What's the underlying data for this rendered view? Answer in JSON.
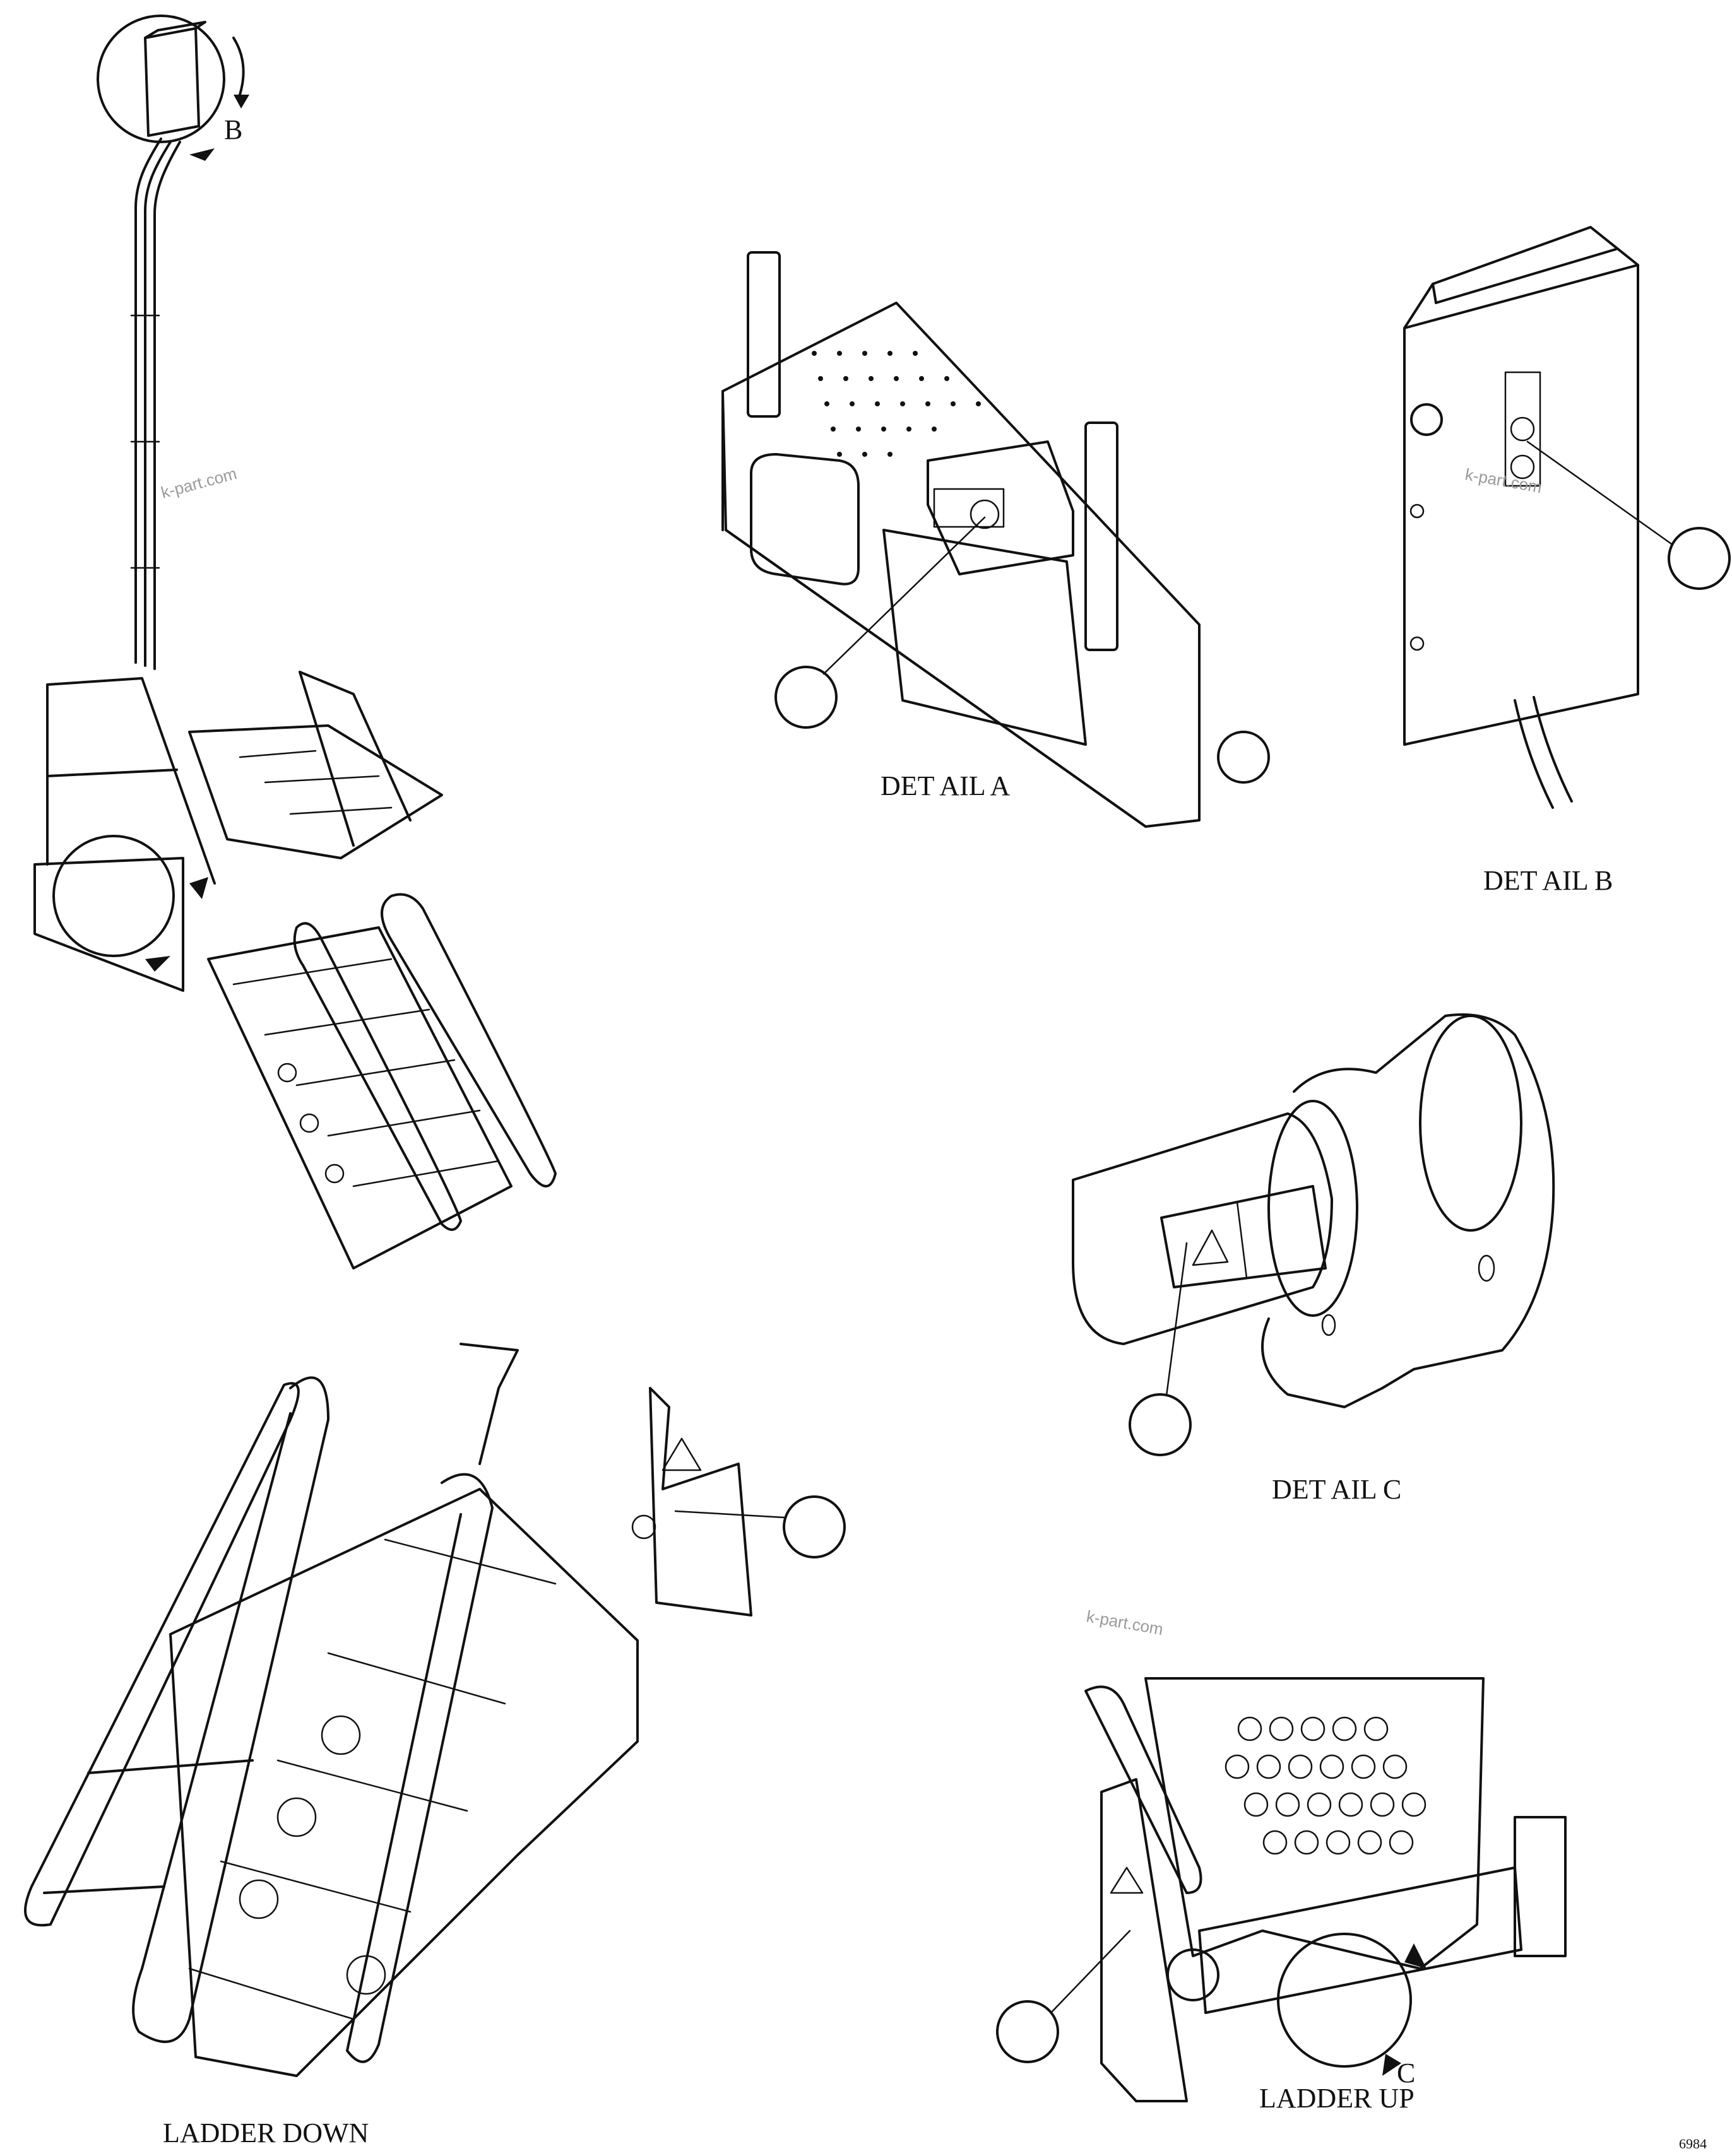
{
  "labels": {
    "detail_a": "DET AIL A",
    "detail_b": "DET AIL B",
    "detail_c": "DET AIL C",
    "ladder_down": "LADDER DOWN",
    "ladder_up": "LADDER UP",
    "callout_b": "B",
    "callout_c": "C",
    "figure_number": "6984"
  },
  "watermark": "k-part.com"
}
